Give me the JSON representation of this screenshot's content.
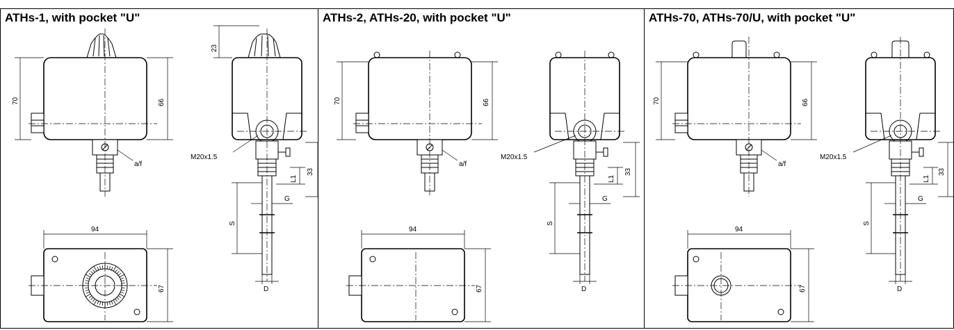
{
  "panels": [
    {
      "title": "ATHs-1, with pocket \"U\""
    },
    {
      "title": "ATHs-2, ATHs-20, with pocket \"U\""
    },
    {
      "title": "ATHs-70, ATHs-70/U, with pocket \"U\""
    }
  ],
  "dims": {
    "height_total": "70",
    "height_body": "66",
    "width": "94",
    "depth": "67",
    "knob_height": "23",
    "thread": "M20x1.5",
    "across_flats": "a/f",
    "pocket_length": "S",
    "insertion": "L1",
    "neck": "33",
    "thread_g": "G",
    "diameter": "D"
  }
}
